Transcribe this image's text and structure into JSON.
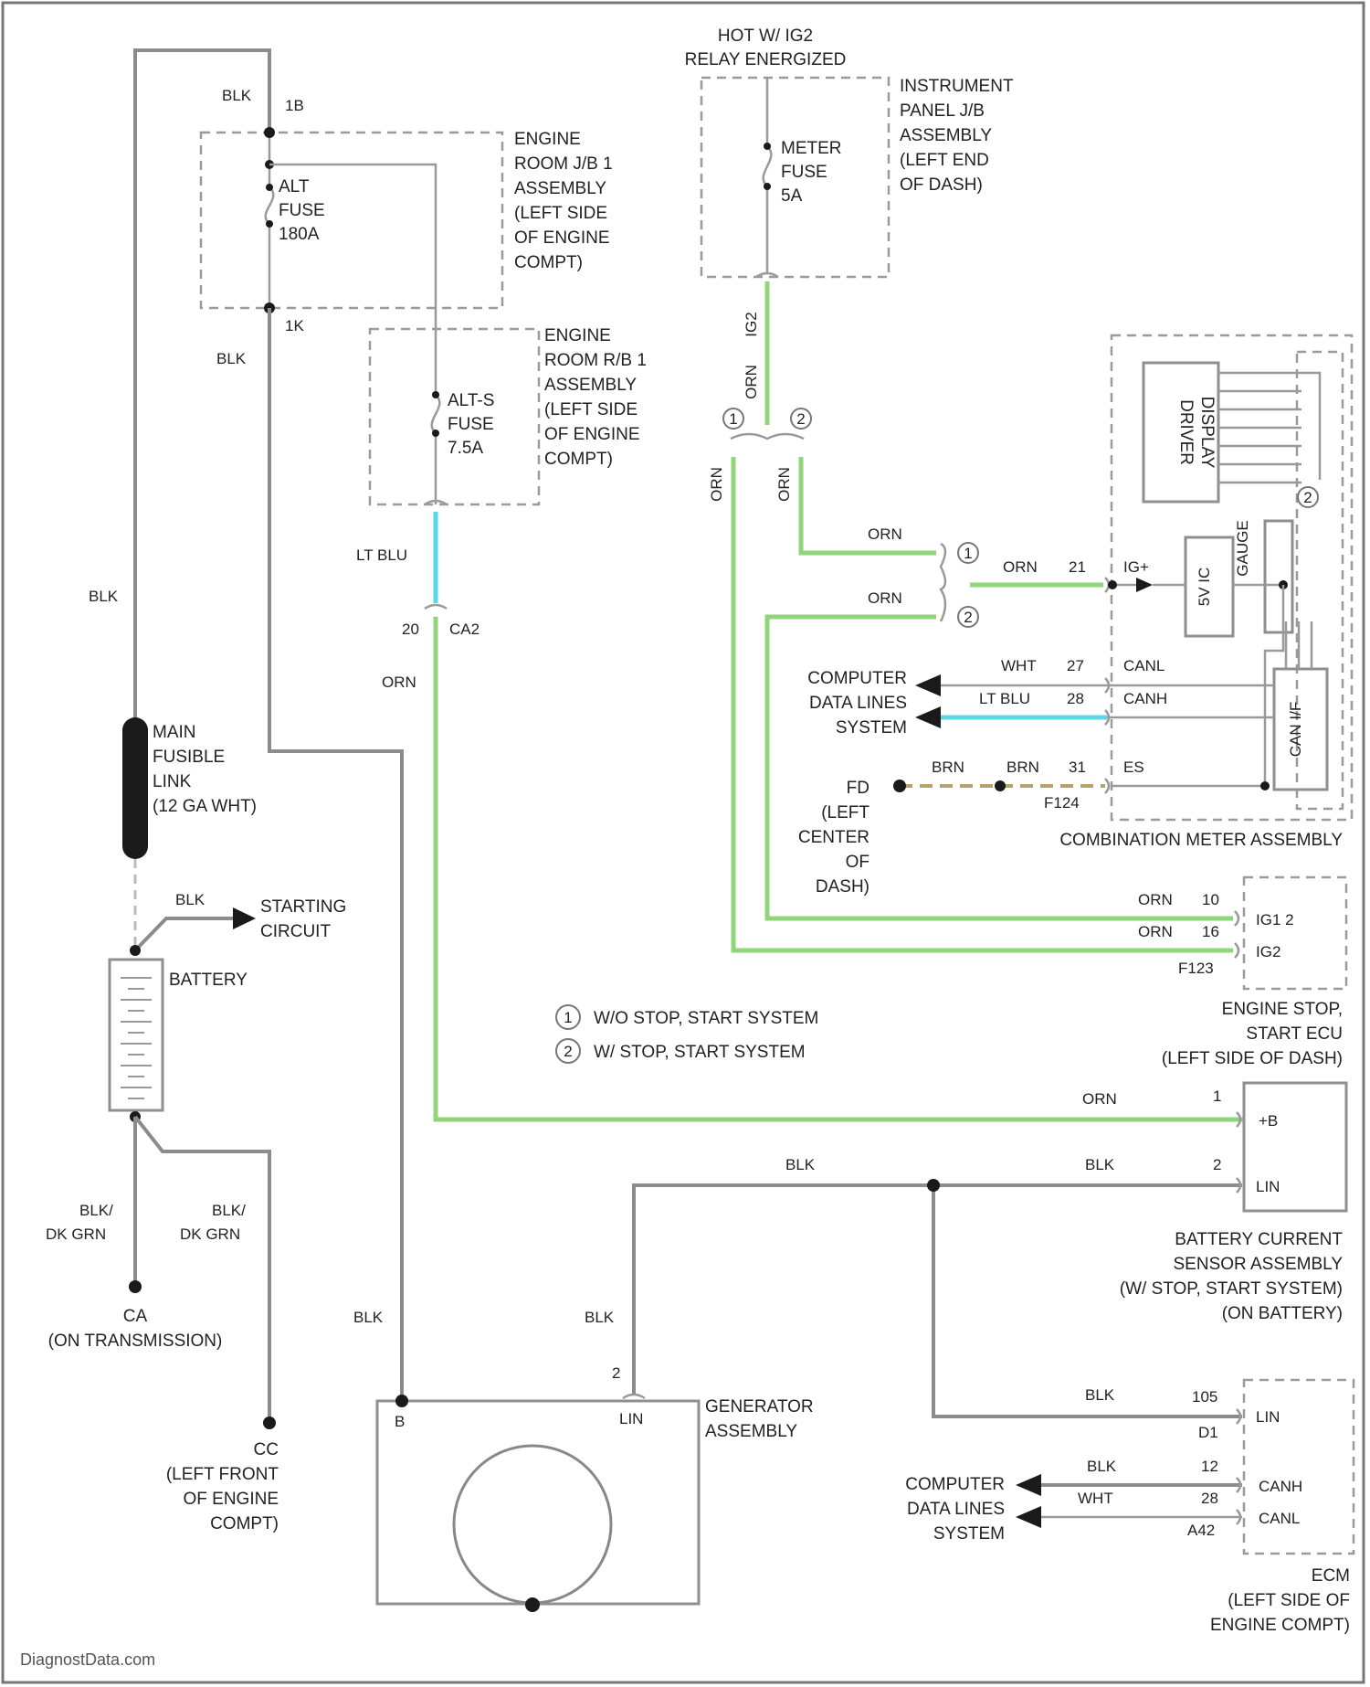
{
  "watermark": "DiagnostData.com",
  "top_note": [
    "HOT W/ IG2",
    "RELAY ENERGIZED"
  ],
  "legend": [
    {
      "marker": "1",
      "text": "W/O STOP, START SYSTEM"
    },
    {
      "marker": "2",
      "text": "W/ STOP, START SYSTEM"
    }
  ],
  "components": {
    "er_jb1": [
      "ENGINE",
      "ROOM J/B 1",
      "ASSEMBLY",
      "(LEFT SIDE",
      "OF ENGINE",
      "COMPT)"
    ],
    "er_rb1": [
      "ENGINE",
      "ROOM R/B 1",
      "ASSEMBLY",
      "(LEFT SIDE",
      "OF ENGINE",
      "COMPT)"
    ],
    "ip_jb": [
      "INSTRUMENT",
      "PANEL J/B",
      "ASSEMBLY",
      "(LEFT END",
      "OF DASH)"
    ],
    "alt_fuse": [
      "ALT",
      "FUSE",
      "180A"
    ],
    "alts_fuse": [
      "ALT-S",
      "FUSE",
      "7.5A"
    ],
    "meter_fuse": [
      "METER",
      "FUSE",
      "5A"
    ],
    "fusible_link": [
      "MAIN",
      "FUSIBLE",
      "LINK",
      "(12 GA WHT)"
    ],
    "starting": [
      "STARTING",
      "CIRCUIT"
    ],
    "battery": "BATTERY",
    "ground_ca": [
      "CA",
      "(ON TRANSMISSION)"
    ],
    "ground_cc": [
      "CC",
      "(LEFT FRONT",
      "OF ENGINE",
      "COMPT)"
    ],
    "generator": [
      "GENERATOR",
      "ASSEMBLY"
    ],
    "driver_display": [
      "DRIVER",
      "DISPLAY"
    ],
    "combo_meter": "COMBINATION METER ASSEMBLY",
    "cpu_5v": "5V IC",
    "cpu_gauge": "GAUGE",
    "can_if": "CAN I/F",
    "cdl_top": [
      "COMPUTER",
      "DATA LINES",
      "SYSTEM"
    ],
    "cdl_bottom": [
      "COMPUTER",
      "DATA LINES",
      "SYSTEM"
    ],
    "ground_fd": [
      "FD",
      "(LEFT",
      "CENTER",
      "OF",
      "DASH)"
    ],
    "es_ecu": [
      "ENGINE STOP,",
      "START ECU",
      "(LEFT SIDE OF DASH)"
    ],
    "bcs": [
      "BATTERY CURRENT",
      "SENSOR ASSEMBLY",
      "(W/ STOP, START SYSTEM)",
      "(ON BATTERY)"
    ],
    "ecm": [
      "ECM",
      "(LEFT SIDE OF",
      "ENGINE COMPT)"
    ]
  },
  "wire_labels": {
    "blk_top": "BLK",
    "blk_mid": "BLK",
    "blk_left": "BLK",
    "blk_start": "BLK",
    "blk_ca": [
      "BLK/",
      "DK GRN"
    ],
    "blk_cc": [
      "BLK/",
      "DK GRN"
    ],
    "blk_gen_b": "BLK",
    "blk_gen_lin": "BLK",
    "blk_lin_h": "BLK",
    "blk_lin_bcs": "BLK",
    "blk_ecm_lin": "BLK",
    "blk_canh": "BLK",
    "wht_canl": "WHT",
    "lt_blu": "LT BLU",
    "orn_main": "ORN",
    "orn_bcs": "ORN",
    "ign_a": "IG2",
    "ign_b": "ORN",
    "orn_v1": "ORN",
    "orn_v2": "ORN",
    "orn_s1": "ORN",
    "orn_s2": "ORN",
    "orn_21": "ORN",
    "wht_27": "WHT",
    "ltblu_28": "LT BLU",
    "brn_a": "BRN",
    "brn_b": "BRN",
    "orn_10": "ORN",
    "orn_16": "ORN"
  },
  "pins": {
    "p1b": "1B",
    "p1k": "1K",
    "p20": "20",
    "ca2": "CA2",
    "p21": "21",
    "ig_plus": "IG+",
    "p27": "27",
    "canl_m": "CANL",
    "p28": "28",
    "canh_m": "CANH",
    "p31": "31",
    "es_m": "ES",
    "f124": "F124",
    "p10": "10",
    "ig12": "IG1 2",
    "p16": "16",
    "ig2": "IG2",
    "f123": "F123",
    "b1": "1",
    "plus_b": "+B",
    "b2": "2",
    "lin_b": "LIN",
    "g_b": "B",
    "g2": "2",
    "g_lin": "LIN",
    "e105": "105",
    "e_d1": "D1",
    "e_lin": "LIN",
    "e12": "12",
    "e_canh": "CANH",
    "e28": "28",
    "e_canl": "CANL",
    "e_a42": "A42"
  },
  "colors": {
    "blk": "#8c8c8c",
    "orn": "#8fd67a",
    "lt_blu": "#5ad8e6",
    "brn": "#b8a070",
    "dashed_box": "#9a9a9a"
  }
}
